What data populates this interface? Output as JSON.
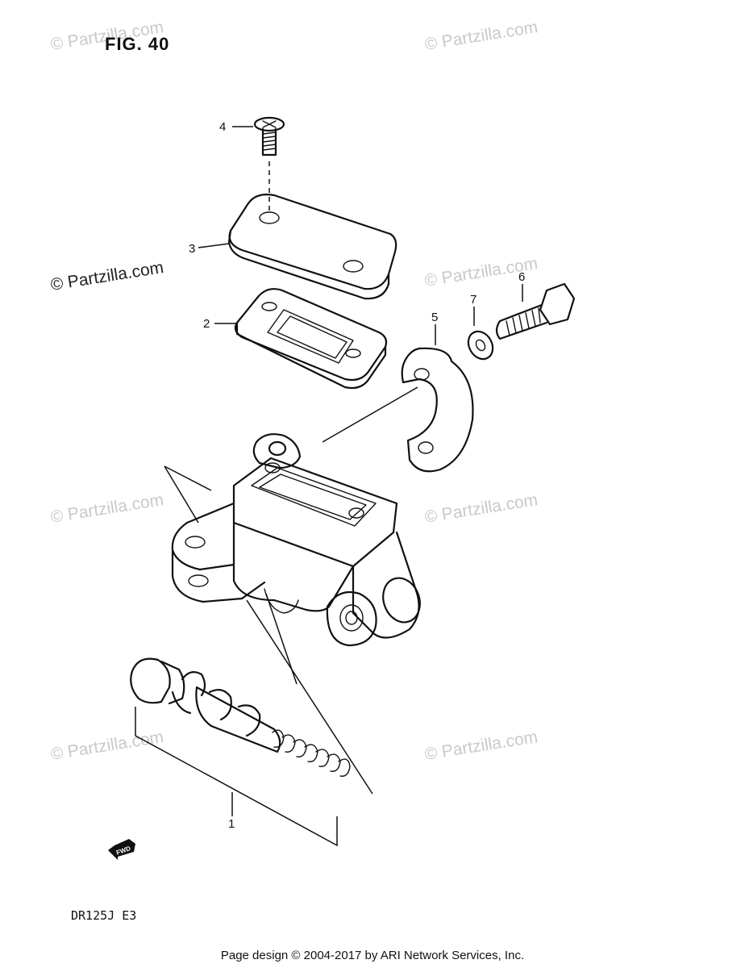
{
  "figure_title": "FIG. 40",
  "model_code": "DR125J  E3",
  "footer": "Page design © 2004-2017 by ARI Network Services, Inc.",
  "watermark_text": "© Partzilla.com",
  "fwd_label": "FWD",
  "callouts": [
    "1",
    "2",
    "3",
    "4",
    "5",
    "6",
    "7"
  ]
}
